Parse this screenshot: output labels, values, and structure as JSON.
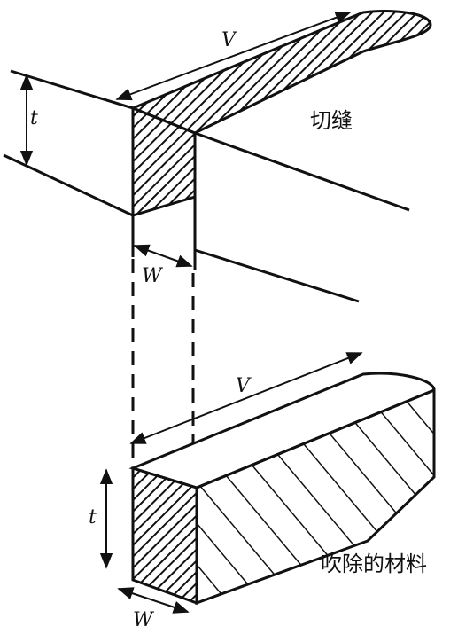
{
  "diagram": {
    "top": {
      "label_speed": "V",
      "label_thickness": "t",
      "label_width": "W",
      "label_kerf": "切缝"
    },
    "bottom": {
      "label_speed": "V",
      "label_thickness": "t",
      "label_width": "W",
      "label_removed": "吹除的材料"
    }
  }
}
